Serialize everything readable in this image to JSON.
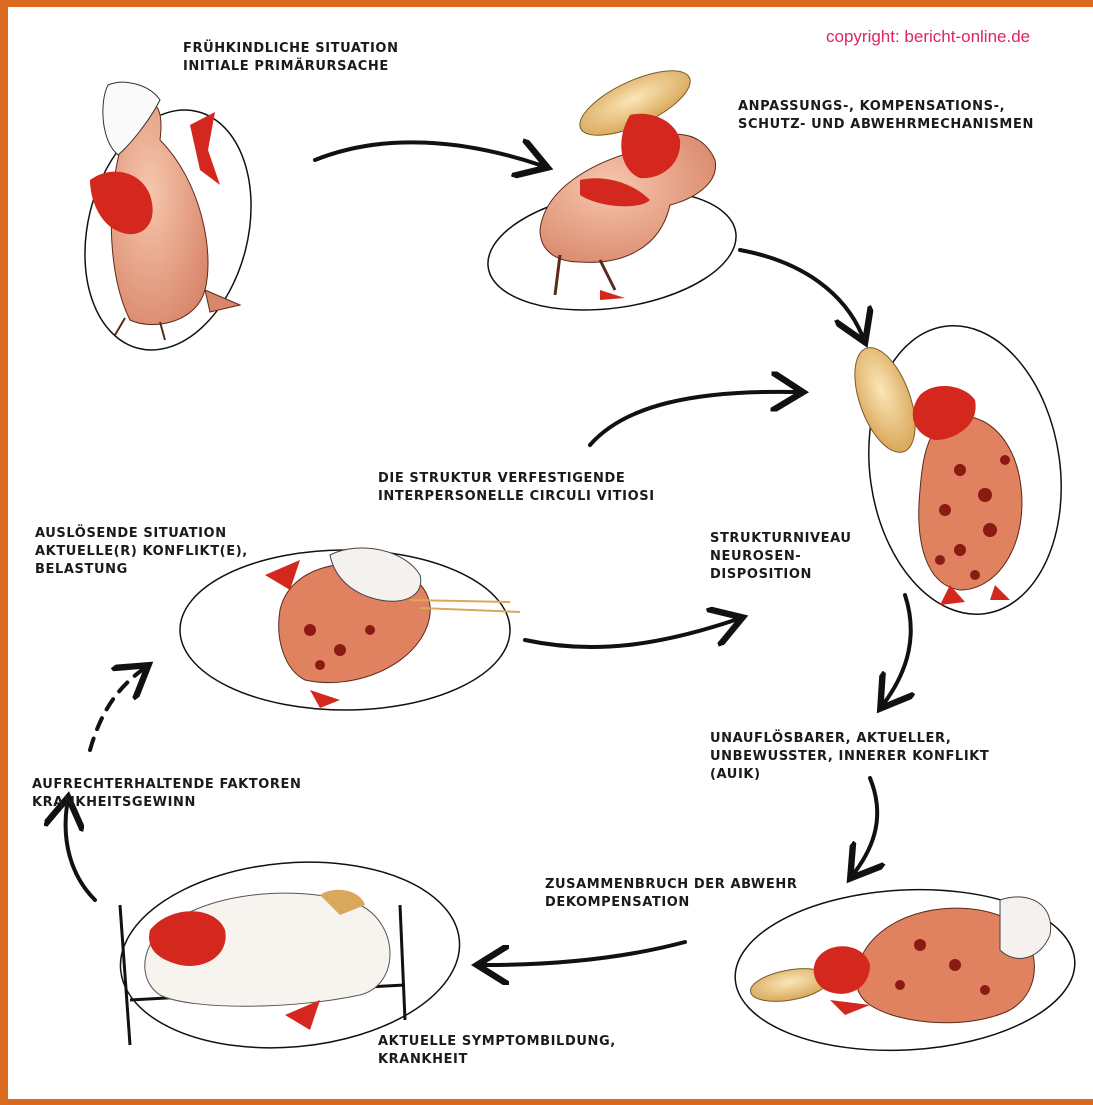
{
  "copyright": "copyright: bericht-online.de",
  "colors": {
    "frame": "#d96a1f",
    "copyright": "#e0245e",
    "creature_red": "#d4281e",
    "creature_skin": "#e29a78",
    "ink": "#111111"
  },
  "stages": [
    {
      "id": "childhood",
      "lines": [
        "FRÜHKINDLICHE SITUATION",
        "INITIALE PRIMÄRURSACHE"
      ]
    },
    {
      "id": "adaptation",
      "lines": [
        "ANPASSUNGS-, KOMPENSATIONS-,",
        "SCHUTZ- UND ABWEHRMECHANISMEN"
      ]
    },
    {
      "id": "circuli",
      "lines": [
        "DIE STRUKTUR VERFESTIGENDE",
        "INTERPERSONELLE CIRCULI VITIOSI"
      ]
    },
    {
      "id": "structure",
      "lines": [
        "STRUKTURNIVEAU",
        "NEUROSEN-",
        "DISPOSITION"
      ]
    },
    {
      "id": "trigger",
      "lines": [
        "AUSLÖSENDE SITUATION",
        "AKTUELLE(R) KONFLIKT(E),",
        "BELASTUNG"
      ]
    },
    {
      "id": "conflict",
      "lines": [
        "UNAUFLÖSBARER, AKTUELLER,",
        "UNBEWUSSTER, INNERER KONFLIKT",
        "(AUIK)"
      ]
    },
    {
      "id": "maintaining",
      "lines": [
        "AUFRECHTERHALTENDE FAKTOREN",
        "KRANKHEITSGEWINN"
      ]
    },
    {
      "id": "collapse",
      "lines": [
        "ZUSAMMENBRUCH DER ABWEHR",
        "DEKOMPENSATION"
      ]
    },
    {
      "id": "symptoms",
      "lines": [
        "AKTUELLE SYMPTOMBILDUNG,",
        "KRANKHEIT"
      ]
    }
  ]
}
